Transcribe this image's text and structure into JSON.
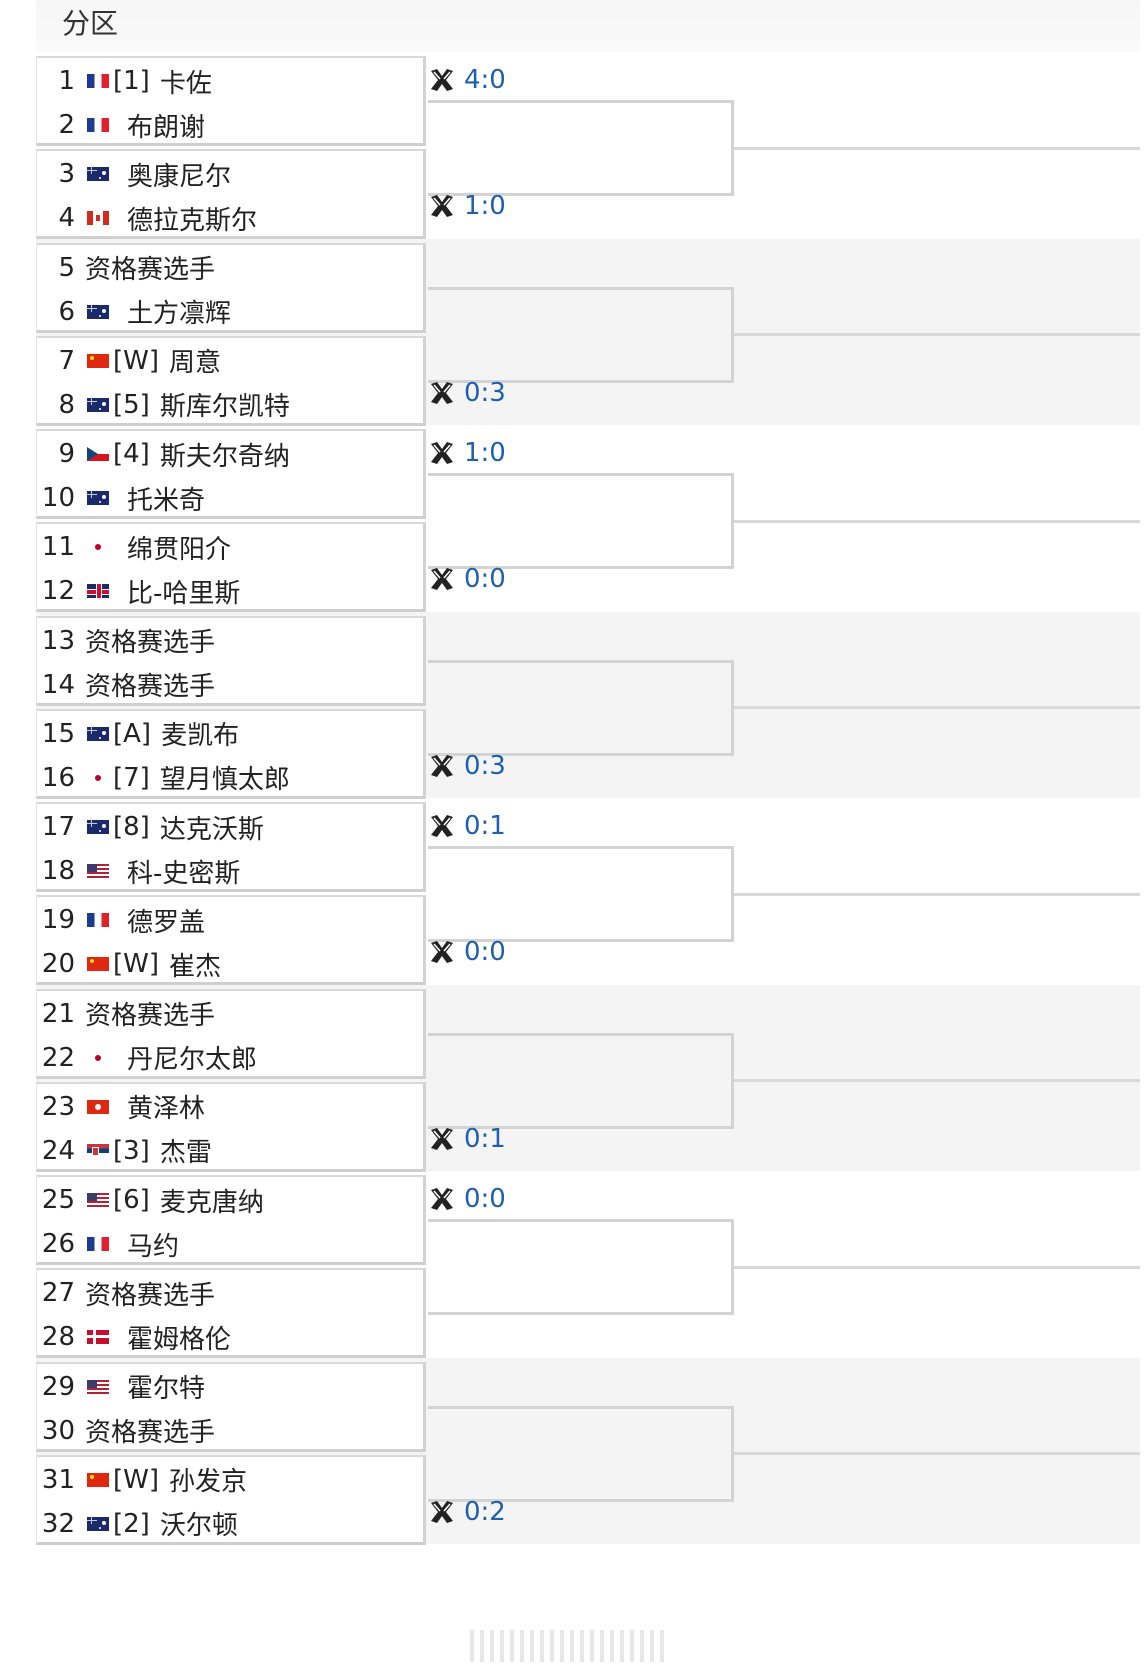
{
  "header": {
    "title": "分区"
  },
  "colors": {
    "score_blue": "#1f5fb0",
    "line_gray": "#d3d3d3"
  },
  "players": [
    {
      "num": "1",
      "flag": "fr",
      "seed": "[1]",
      "name": "卡佐"
    },
    {
      "num": "2",
      "flag": "fr",
      "seed": "",
      "name": "布朗谢"
    },
    {
      "num": "3",
      "flag": "au",
      "seed": "",
      "name": "奥康尼尔"
    },
    {
      "num": "4",
      "flag": "ca",
      "seed": "",
      "name": "德拉克斯尔"
    },
    {
      "num": "5",
      "flag": "",
      "seed": "",
      "name": "资格赛选手"
    },
    {
      "num": "6",
      "flag": "au",
      "seed": "",
      "name": "土方凛辉"
    },
    {
      "num": "7",
      "flag": "cn",
      "seed": "[W]",
      "name": "周意"
    },
    {
      "num": "8",
      "flag": "au",
      "seed": "[5]",
      "name": "斯库尔凯特"
    },
    {
      "num": "9",
      "flag": "cz",
      "seed": "[4]",
      "name": "斯夫尔奇纳"
    },
    {
      "num": "10",
      "flag": "au",
      "seed": "",
      "name": "托米奇"
    },
    {
      "num": "11",
      "flag": "jp",
      "seed": "",
      "name": "绵贯阳介"
    },
    {
      "num": "12",
      "flag": "gb",
      "seed": "",
      "name": "比-哈里斯"
    },
    {
      "num": "13",
      "flag": "",
      "seed": "",
      "name": "资格赛选手"
    },
    {
      "num": "14",
      "flag": "",
      "seed": "",
      "name": "资格赛选手"
    },
    {
      "num": "15",
      "flag": "au",
      "seed": "[A]",
      "name": "麦凯布"
    },
    {
      "num": "16",
      "flag": "jp",
      "seed": "[7]",
      "name": "望月慎太郎"
    },
    {
      "num": "17",
      "flag": "au",
      "seed": "[8]",
      "name": "达克沃斯"
    },
    {
      "num": "18",
      "flag": "us",
      "seed": "",
      "name": "科-史密斯"
    },
    {
      "num": "19",
      "flag": "fr",
      "seed": "",
      "name": "德罗盖"
    },
    {
      "num": "20",
      "flag": "cn",
      "seed": "[W]",
      "name": "崔杰"
    },
    {
      "num": "21",
      "flag": "",
      "seed": "",
      "name": "资格赛选手"
    },
    {
      "num": "22",
      "flag": "jp",
      "seed": "",
      "name": "丹尼尔太郎"
    },
    {
      "num": "23",
      "flag": "hk",
      "seed": "",
      "name": "黄泽林"
    },
    {
      "num": "24",
      "flag": "rs",
      "seed": "[3]",
      "name": "杰雷"
    },
    {
      "num": "25",
      "flag": "us",
      "seed": "[6]",
      "name": "麦克唐纳"
    },
    {
      "num": "26",
      "flag": "fr",
      "seed": "",
      "name": "马约"
    },
    {
      "num": "27",
      "flag": "",
      "seed": "",
      "name": "资格赛选手"
    },
    {
      "num": "28",
      "flag": "dk",
      "seed": "",
      "name": "霍姆格伦"
    },
    {
      "num": "29",
      "flag": "us",
      "seed": "",
      "name": "霍尔特"
    },
    {
      "num": "30",
      "flag": "",
      "seed": "",
      "name": "资格赛选手"
    },
    {
      "num": "31",
      "flag": "cn",
      "seed": "[W]",
      "name": "孙发京"
    },
    {
      "num": "32",
      "flag": "au",
      "seed": "[2]",
      "name": "沃尔顿"
    }
  ],
  "scores": [
    {
      "match": 1,
      "text": "4:0",
      "icon": "tennis-racket-icon"
    },
    {
      "match": 2,
      "text": "1:0",
      "icon": "tennis-racket-icon"
    },
    {
      "match": 4,
      "text": "0:3",
      "icon": "tennis-racket-icon"
    },
    {
      "match": 5,
      "text": "1:0",
      "icon": "tennis-racket-icon"
    },
    {
      "match": 6,
      "text": "0:0",
      "icon": "tennis-racket-icon"
    },
    {
      "match": 8,
      "text": "0:3",
      "icon": "tennis-racket-icon"
    },
    {
      "match": 9,
      "text": "0:1",
      "icon": "tennis-racket-icon"
    },
    {
      "match": 10,
      "text": "0:0",
      "icon": "tennis-racket-icon"
    },
    {
      "match": 12,
      "text": "0:1",
      "icon": "tennis-racket-icon"
    },
    {
      "match": 13,
      "text": "0:0",
      "icon": "tennis-racket-icon"
    },
    {
      "match": 16,
      "text": "0:2",
      "icon": "tennis-racket-icon"
    }
  ]
}
